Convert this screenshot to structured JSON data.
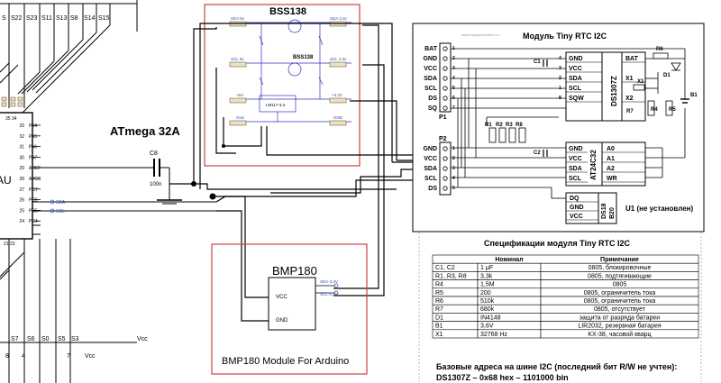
{
  "mcu": {
    "label": "ATmega 32A",
    "partial_text": "AU",
    "top_pins": [
      "S",
      "S22",
      "S23",
      "S11",
      "S13",
      "S8",
      "S14",
      "S15"
    ],
    "bottom_pins": [
      "S7",
      "S6",
      "S0",
      "S5",
      "S3"
    ],
    "bottom_nums": [
      "8",
      "4",
      "7"
    ],
    "left_pins": [
      {
        "num": "33",
        "name": "PA4"
      },
      {
        "num": "32",
        "name": "PA5"
      },
      {
        "num": "31",
        "name": "PA6"
      },
      {
        "num": "30",
        "name": "PA7"
      },
      {
        "num": "29",
        "name": "AREF"
      },
      {
        "num": "28",
        "name": "AVCC"
      },
      {
        "num": "27",
        "name": "PC7"
      },
      {
        "num": "26",
        "name": "PC6"
      },
      {
        "num": "25",
        "name": "PC5"
      },
      {
        "num": "24",
        "name": "PC4"
      }
    ],
    "pin_top": "35 34",
    "pin_bottom": "21 23",
    "sda_label": "SDA",
    "scl_label": "SCL",
    "vcc_bottom": "Vcc",
    "vcc_right": "Vcc"
  },
  "capacitor": {
    "ref": "C8",
    "value": "100n"
  },
  "bss": {
    "title": "BSS138",
    "subtitle": "BSS138",
    "regulator": "LM117-3.3",
    "sda5": "SDA 5v",
    "sda33": "SDA 3.3v",
    "scl5": "SCL 5v",
    "scl33": "SCL 3.3v",
    "v5": "+5V",
    "v33": "+3.3V",
    "gnd": "Gnd",
    "gnd2": "GND"
  },
  "bmp": {
    "title": "BMP180",
    "vcc": "VCC",
    "gnd": "GND",
    "sda": "SDA-3.3V",
    "scl": "SCL-3.3V",
    "caption": "BMP180 Module For Arduino"
  },
  "rtc": {
    "title": "Модуль Tiny RTC I2C",
    "watermark": "www.easyelectronics.ru",
    "p1_label": "P1",
    "p2_label": "P2",
    "p1_pins": [
      "BAT",
      "GND",
      "VCC",
      "SDA",
      "SCL",
      "DS",
      "SQ"
    ],
    "p1_nums": [
      "1",
      "2",
      "3",
      "4",
      "5",
      "6",
      "7"
    ],
    "p2_pins": [
      "GND",
      "VCC",
      "SDA",
      "SCL",
      "DS"
    ],
    "p2_nums": [
      "1",
      "2",
      "3",
      "4",
      "5"
    ],
    "ds1307": {
      "name": "DS1307Z",
      "pins_left": [
        "GND",
        "VCC",
        "SDA",
        "SCL",
        "SQW"
      ],
      "pins_right": [
        "BAT",
        "X1",
        "X2"
      ]
    },
    "at24": {
      "name": "AT24C32",
      "pins_left": [
        "GND",
        "VCC",
        "SDA",
        "SCL"
      ],
      "pins_right": [
        "A0",
        "A1",
        "A2",
        "WR"
      ]
    },
    "ds18": {
      "name": "DS18",
      "sub": "B20",
      "pins": [
        "DQ",
        "GND",
        "VCC"
      ],
      "note": "U1 (не установлен)"
    },
    "refs": [
      "R1",
      "R2",
      "R3",
      "R8",
      "R4",
      "R5",
      "R6",
      "R7",
      "C1",
      "C2",
      "X1",
      "D1",
      "B1"
    ]
  },
  "spec": {
    "title": "Спецификации модуля Tiny RTC I2C",
    "headers": [
      "Номинал",
      "Примечание"
    ],
    "rows": [
      [
        "C1, C2",
        "1 μF",
        "0805, блокировочные"
      ],
      [
        "R1..R3, R8",
        "3,3k",
        "0805, подтягивающие"
      ],
      [
        "R4",
        "1,5M",
        "0805"
      ],
      [
        "R5",
        "200",
        "0805, ограничитель тока"
      ],
      [
        "R6",
        "510k",
        "0805, ограничитель тока"
      ],
      [
        "R7",
        "680k",
        "0805, отсутствует"
      ],
      [
        "D1",
        "IN4148",
        "защита от разряда батареи"
      ],
      [
        "B1",
        "3,6V",
        "LIR2032, резервная батарея"
      ],
      [
        "X1",
        "32768 Hz",
        "KX-38, часовой кварц"
      ]
    ],
    "addr_title": "Базовые адреса на шине I2C (последний бит R/W не учтен):",
    "addr_line": "DS1307Z – 0x68 hex – 1101000 bin"
  },
  "colors": {
    "box_red": "#d04040",
    "wire": "#000000",
    "component_blue": "#3030c0",
    "pin_blue": "#2a4fb0"
  }
}
